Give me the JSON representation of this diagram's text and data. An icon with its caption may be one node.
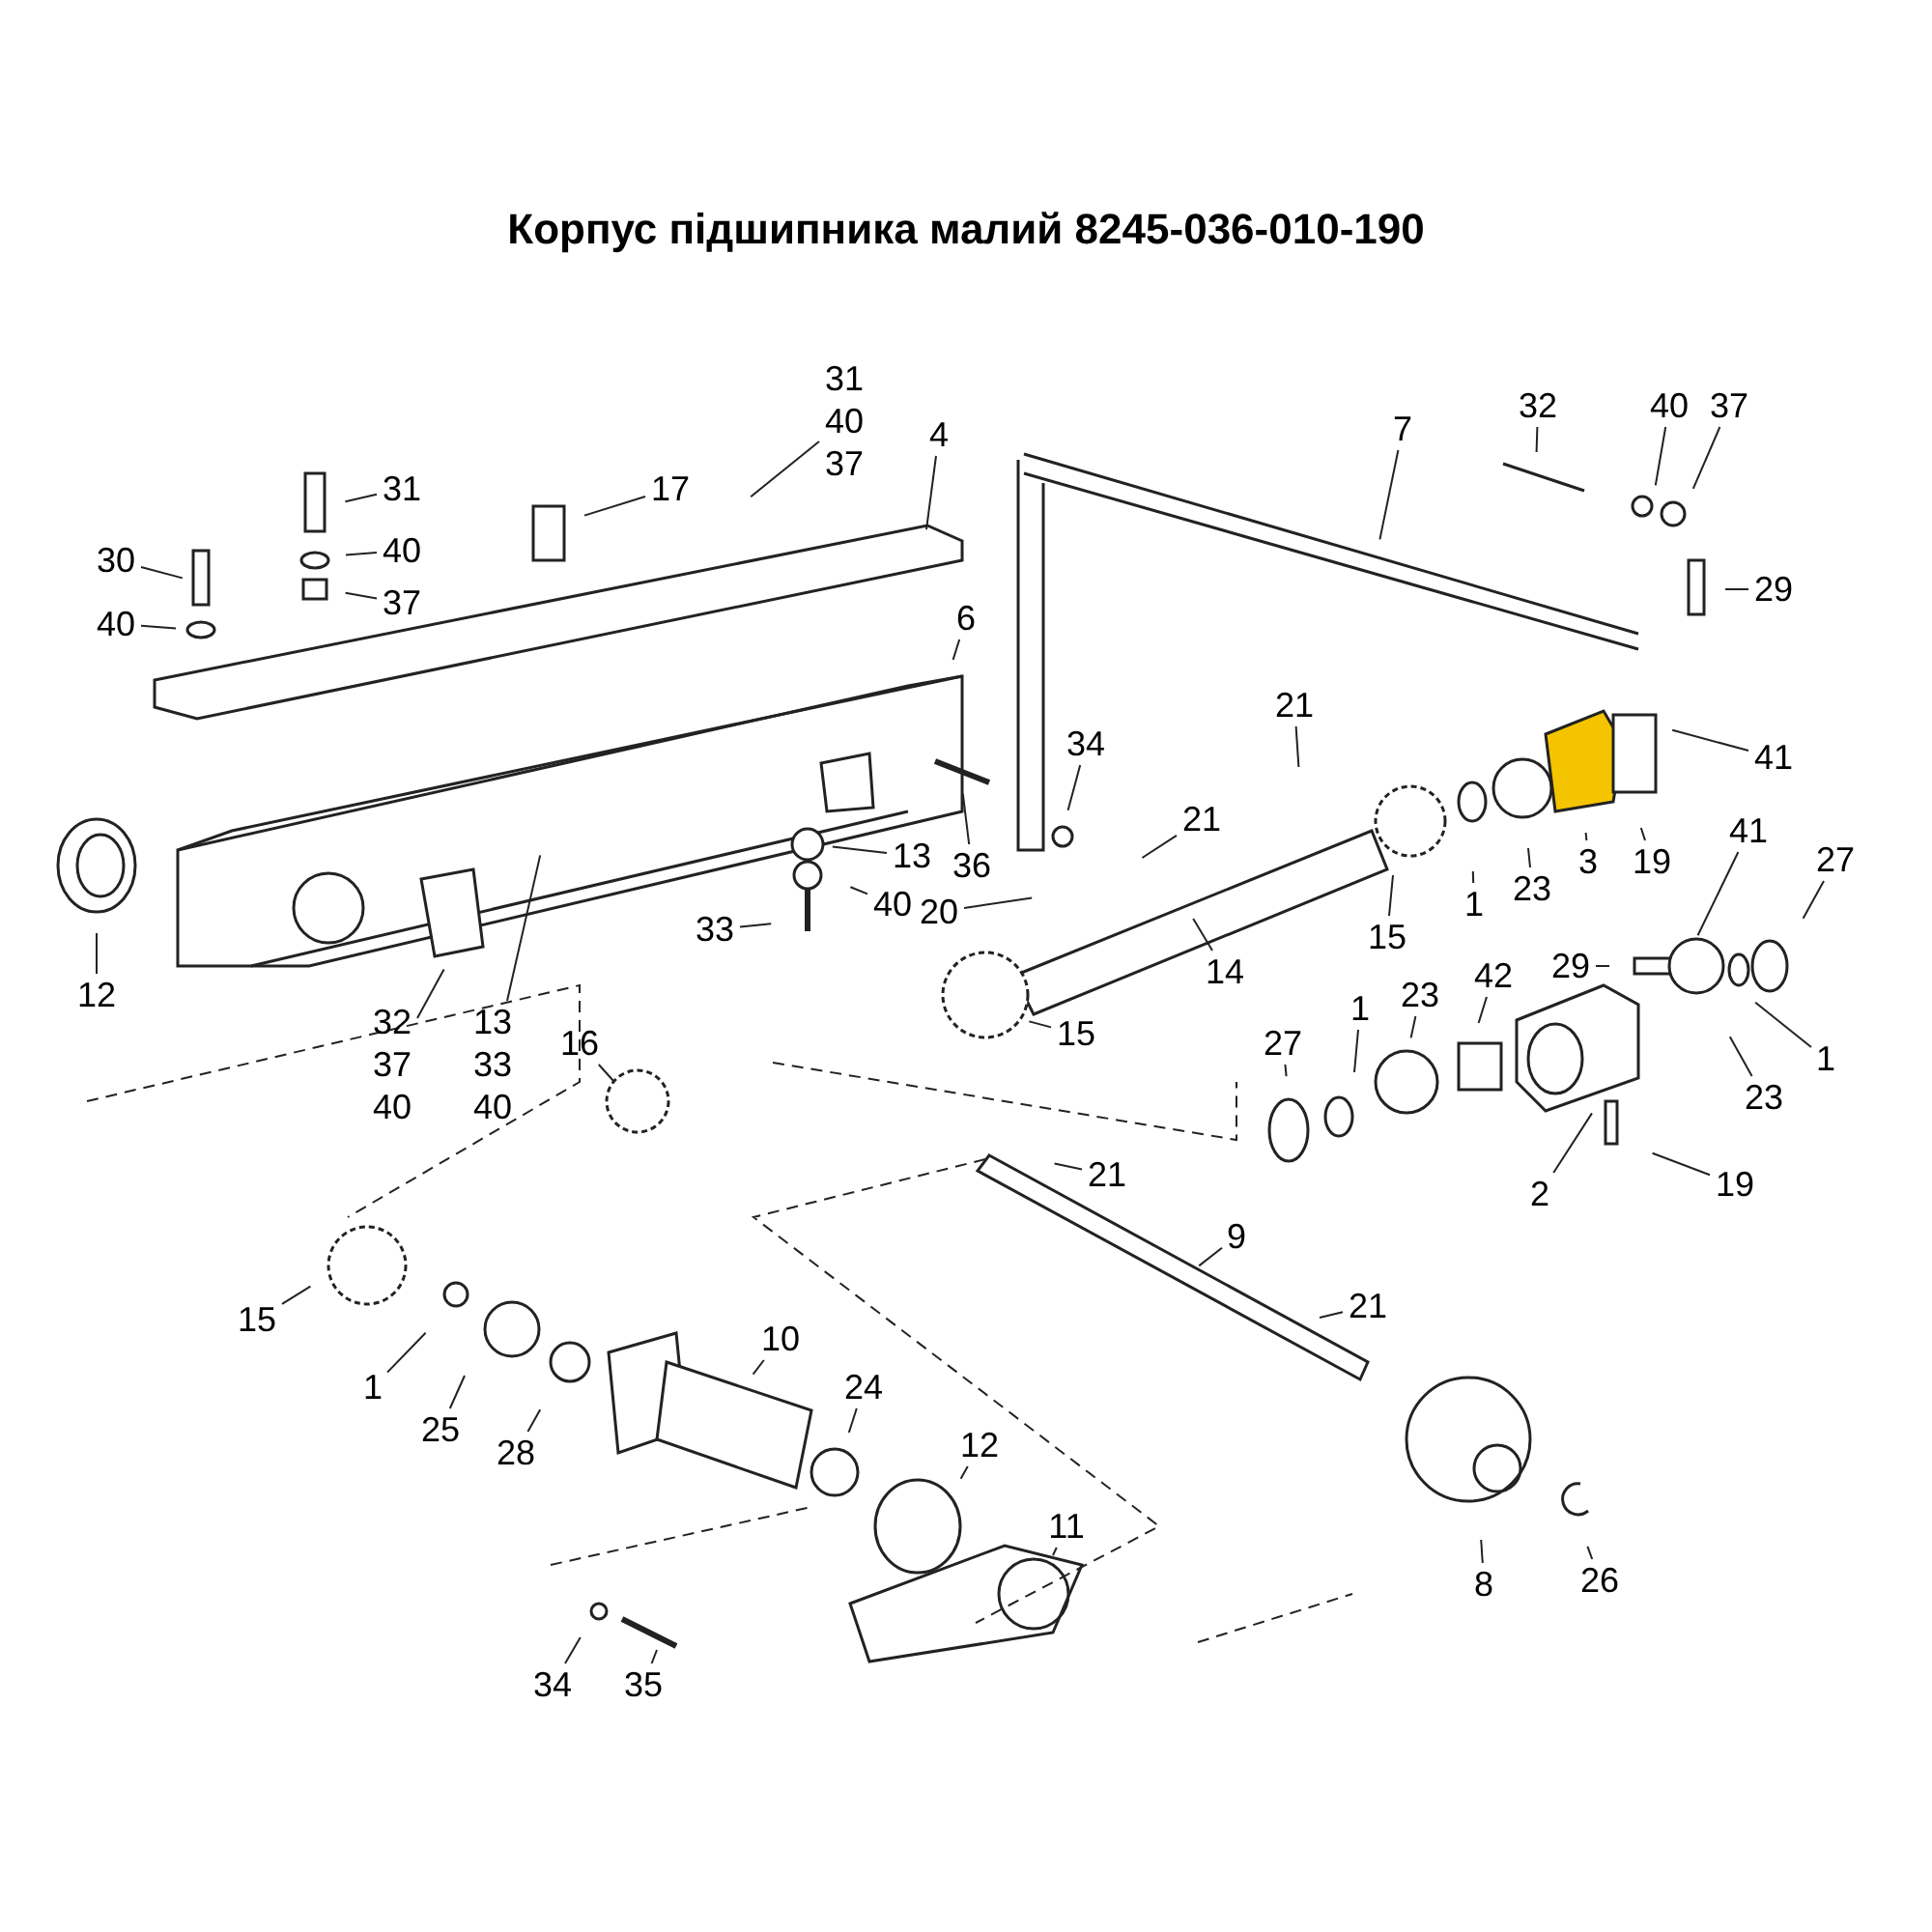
{
  "diagram": {
    "title": "Корпус підшипника малий 8245-036-010-190",
    "nodes": [
      {
        "text": [
          "31",
          "40",
          "37"
        ]
      },
      {
        "text": [
          "4"
        ]
      },
      {
        "text": [
          "31"
        ]
      },
      {
        "text": [
          "17"
        ]
      },
      {
        "text": [
          "40"
        ]
      },
      {
        "text": [
          "37"
        ]
      },
      {
        "text": [
          "30"
        ]
      },
      {
        "text": [
          "40"
        ]
      },
      {
        "text": [
          "6"
        ]
      },
      {
        "text": [
          "12"
        ]
      },
      {
        "text": [
          "32",
          "37",
          "40"
        ]
      },
      {
        "text": [
          "13",
          "33",
          "40"
        ]
      },
      {
        "text": [
          "13"
        ]
      },
      {
        "text": [
          "40"
        ]
      },
      {
        "text": [
          "33"
        ]
      },
      {
        "text": [
          "36"
        ]
      },
      {
        "text": [
          "34"
        ]
      },
      {
        "text": [
          "7"
        ]
      },
      {
        "text": [
          "32"
        ]
      },
      {
        "text": [
          "40"
        ]
      },
      {
        "text": [
          "37"
        ]
      },
      {
        "text": [
          "29"
        ]
      },
      {
        "text": [
          "41"
        ]
      },
      {
        "text": [
          "21"
        ]
      },
      {
        "text": [
          "21"
        ]
      },
      {
        "text": [
          "20"
        ]
      },
      {
        "text": [
          "14"
        ]
      },
      {
        "text": [
          "15"
        ]
      },
      {
        "text": [
          "1"
        ]
      },
      {
        "text": [
          "23"
        ]
      },
      {
        "text": [
          "3"
        ]
      },
      {
        "text": [
          "19"
        ]
      },
      {
        "text": [
          "41"
        ]
      },
      {
        "text": [
          "29"
        ]
      },
      {
        "text": [
          "27"
        ]
      },
      {
        "text": [
          "1"
        ]
      },
      {
        "text": [
          "23"
        ]
      },
      {
        "text": [
          "42"
        ]
      },
      {
        "text": [
          "23"
        ]
      },
      {
        "text": [
          "1"
        ]
      },
      {
        "text": [
          "27"
        ]
      },
      {
        "text": [
          "15"
        ]
      },
      {
        "text": [
          "16"
        ]
      },
      {
        "text": [
          "2"
        ]
      },
      {
        "text": [
          "19"
        ]
      },
      {
        "text": [
          "21"
        ]
      },
      {
        "text": [
          "9"
        ]
      },
      {
        "text": [
          "21"
        ]
      },
      {
        "text": [
          "15"
        ]
      },
      {
        "text": [
          "1"
        ]
      },
      {
        "text": [
          "25"
        ]
      },
      {
        "text": [
          "28"
        ]
      },
      {
        "text": [
          "10"
        ]
      },
      {
        "text": [
          "24"
        ]
      },
      {
        "text": [
          "12"
        ]
      },
      {
        "text": [
          "11"
        ]
      },
      {
        "text": [
          "8"
        ]
      },
      {
        "text": [
          "26"
        ]
      },
      {
        "text": [
          "34"
        ]
      },
      {
        "text": [
          "35"
        ]
      }
    ],
    "edges": [
      {
        "from": 0,
        "to": null,
        "arrow": "none"
      },
      {
        "from": 1,
        "to": null,
        "arrow": "none"
      },
      {
        "from": 2,
        "to": null,
        "arrow": "none"
      },
      {
        "from": 3,
        "to": null,
        "arrow": "none"
      },
      {
        "from": 4,
        "to": null,
        "arrow": "none"
      },
      {
        "from": 5,
        "to": null,
        "arrow": "none"
      },
      {
        "from": 6,
        "to": null,
        "arrow": "none"
      },
      {
        "from": 7,
        "to": null,
        "arrow": "none"
      },
      {
        "from": 8,
        "to": null,
        "arrow": "none"
      },
      {
        "from": 9,
        "to": null,
        "arrow": "none"
      },
      {
        "from": 10,
        "to": null,
        "arrow": "none"
      },
      {
        "from": 11,
        "to": null,
        "arrow": "none"
      },
      {
        "from": 12,
        "to": null,
        "arrow": "none"
      },
      {
        "from": 13,
        "to": null,
        "arrow": "none"
      },
      {
        "from": 14,
        "to": null,
        "arrow": "none"
      },
      {
        "from": 15,
        "to": null,
        "arrow": "none"
      },
      {
        "from": 16,
        "to": null,
        "arrow": "none"
      },
      {
        "from": 17,
        "to": null,
        "arrow": "none"
      },
      {
        "from": 18,
        "to": null,
        "arrow": "none"
      },
      {
        "from": 19,
        "to": null,
        "arrow": "none"
      },
      {
        "from": 20,
        "to": null,
        "arrow": "none"
      },
      {
        "from": 21,
        "to": null,
        "arrow": "none"
      },
      {
        "from": 22,
        "to": null,
        "arrow": "none"
      },
      {
        "from": 23,
        "to": null,
        "arrow": "none"
      },
      {
        "from": 24,
        "to": null,
        "arrow": "none"
      },
      {
        "from": 25,
        "to": null,
        "arrow": "none"
      },
      {
        "from": 26,
        "to": null,
        "arrow": "none"
      },
      {
        "from": 27,
        "to": null,
        "arrow": "none"
      },
      {
        "from": 28,
        "to": null,
        "arrow": "none"
      },
      {
        "from": 29,
        "to": null,
        "arrow": "none"
      },
      {
        "from": 30,
        "to": null,
        "arrow": "none"
      },
      {
        "from": 31,
        "to": null,
        "arrow": "none"
      },
      {
        "from": 32,
        "to": null,
        "arrow": "none"
      },
      {
        "from": 33,
        "to": null,
        "arrow": "none"
      },
      {
        "from": 34,
        "to": null,
        "arrow": "none"
      },
      {
        "from": 35,
        "to": null,
        "arrow": "none"
      },
      {
        "from": 36,
        "to": null,
        "arrow": "none"
      },
      {
        "from": 37,
        "to": null,
        "arrow": "none"
      },
      {
        "from": 38,
        "to": null,
        "arrow": "none"
      },
      {
        "from": 39,
        "to": null,
        "arrow": "none"
      },
      {
        "from": 40,
        "to": null,
        "arrow": "none"
      },
      {
        "from": 41,
        "to": null,
        "arrow": "none"
      },
      {
        "from": 42,
        "to": null,
        "arrow": "none"
      },
      {
        "from": 43,
        "to": null,
        "arrow": "none"
      },
      {
        "from": 44,
        "to": null,
        "arrow": "none"
      },
      {
        "from": 45,
        "to": null,
        "arrow": "none"
      },
      {
        "from": 46,
        "to": null,
        "arrow": "none"
      },
      {
        "from": 47,
        "to": null,
        "arrow": "none"
      },
      {
        "from": 48,
        "to": null,
        "arrow": "none"
      },
      {
        "from": 49,
        "to": null,
        "arrow": "none"
      },
      {
        "from": 50,
        "to": null,
        "arrow": "none"
      },
      {
        "from": 51,
        "to": null,
        "arrow": "none"
      },
      {
        "from": 52,
        "to": null,
        "arrow": "none"
      },
      {
        "from": 53,
        "to": null,
        "arrow": "none"
      },
      {
        "from": 54,
        "to": null,
        "arrow": "none"
      },
      {
        "from": 55,
        "to": null,
        "arrow": "none"
      },
      {
        "from": 56,
        "to": null,
        "arrow": "none"
      },
      {
        "from": 57,
        "to": null,
        "arrow": "none"
      },
      {
        "from": 58,
        "to": null,
        "arrow": "none"
      },
      {
        "from": 59,
        "to": null,
        "arrow": "none"
      }
    ]
  }
}
